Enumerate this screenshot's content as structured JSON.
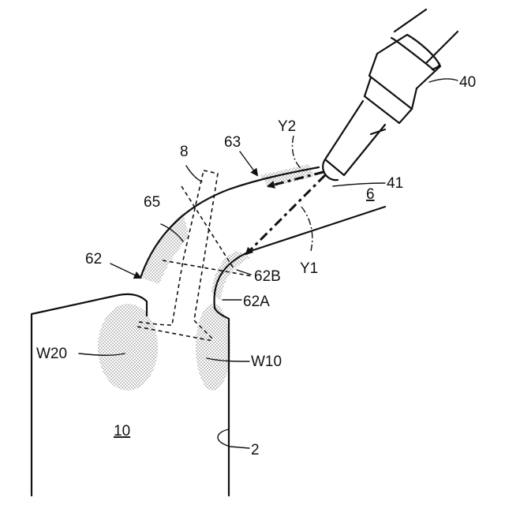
{
  "labels": {
    "nozzle": "40",
    "nozzle_tip": "41",
    "intake_port": "6",
    "port_lower": "62A",
    "port_upper": "62B",
    "port_wall": "62",
    "port_ceiling": "63",
    "gap": "65",
    "valve": "8",
    "spray_main": "Y1",
    "spray_sub": "Y2",
    "wet_region_far": "W20",
    "wet_region_near": "W10",
    "cylinder": "10",
    "bore_wall": "2"
  }
}
